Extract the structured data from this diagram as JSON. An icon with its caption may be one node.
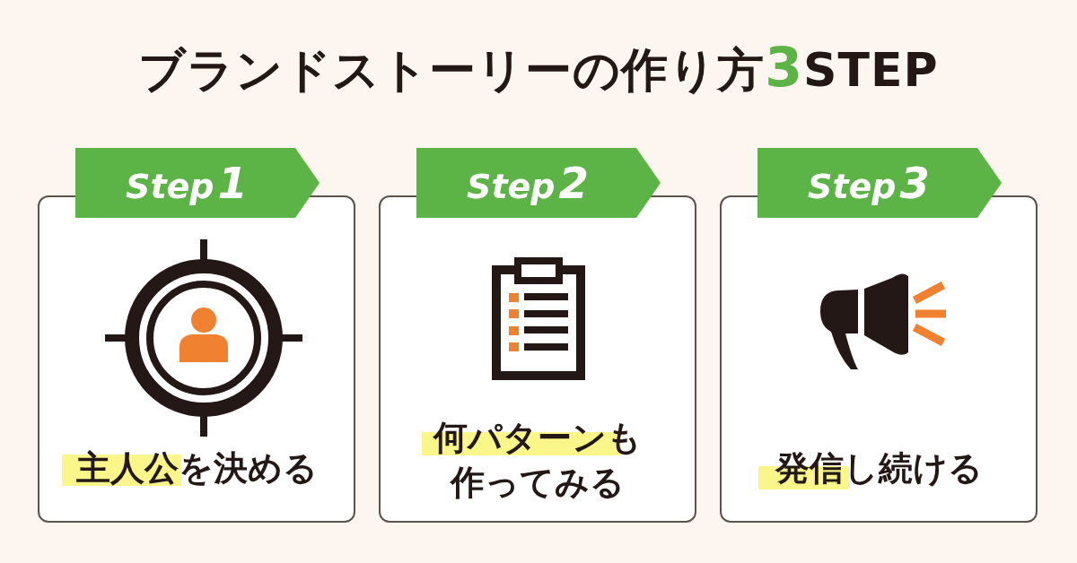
{
  "diagram": {
    "title": "ブランドストーリーの作り方**3**STEP",
    "nodes": [
      {
        "text": [
          "Step**1**",
          "主人公を決める"
        ]
      },
      {
        "text": [
          "Step**2**",
          "何パターンも作ってみる"
        ]
      },
      {
        "text": [
          "Step**3**",
          "発信し続ける"
        ]
      }
    ]
  }
}
